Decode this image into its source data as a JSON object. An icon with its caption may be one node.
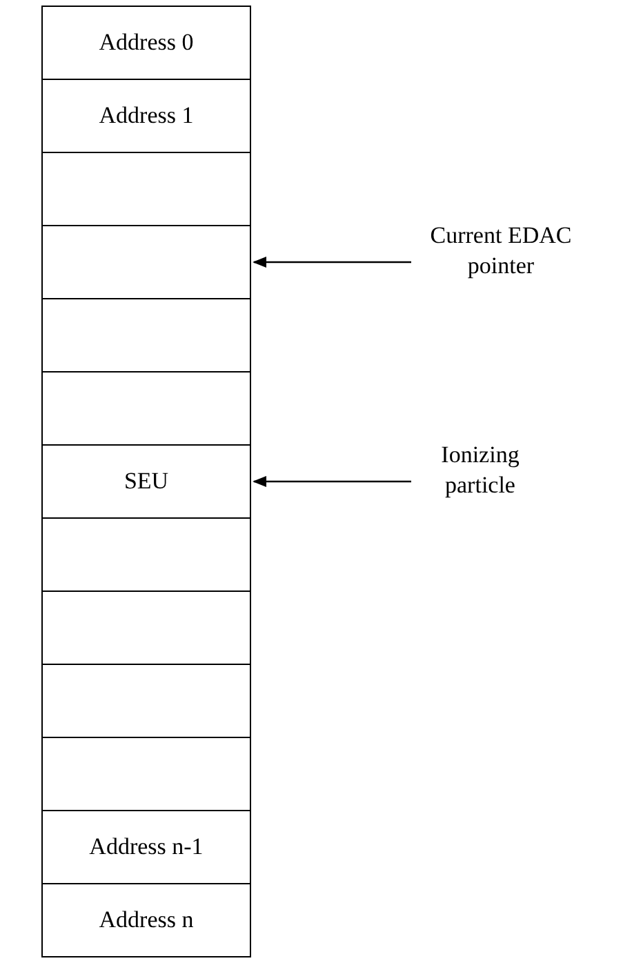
{
  "diagram": {
    "nodes": [
      {
        "text": [
          "Address 0"
        ]
      },
      {
        "text": [
          "Address 1"
        ]
      },
      {
        "text": [],
        "shape": "box"
      },
      {
        "text": [],
        "shape": "box"
      },
      {
        "text": [],
        "shape": "box"
      },
      {
        "text": [],
        "shape": "box"
      },
      {
        "text": [
          "SEU"
        ]
      },
      {
        "text": [],
        "shape": "box"
      },
      {
        "text": [],
        "shape": "box"
      },
      {
        "text": [],
        "shape": "box"
      },
      {
        "text": [],
        "shape": "box"
      },
      {
        "text": [
          "Address n-1"
        ]
      },
      {
        "text": [
          "Address n"
        ]
      },
      {
        "text": [
          "Current EDAC pointer"
        ]
      },
      {
        "text": [
          "Ionizing particle"
        ]
      }
    ],
    "edges": [
      {
        "from": 13,
        "to": 3,
        "arrow": "to"
      },
      {
        "from": 14,
        "to": 6,
        "arrow": "to"
      }
    ]
  }
}
